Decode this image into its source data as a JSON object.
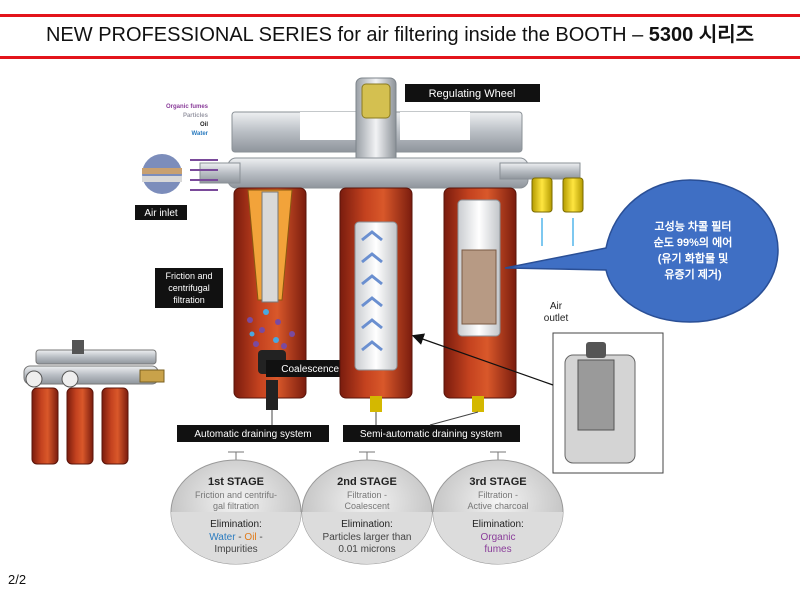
{
  "slide": {
    "title_main": "NEW PROFESSIONAL SERIES for air filtering inside the BOOTH – ",
    "title_bold": "5300 시리즈",
    "page_number": "2/2"
  },
  "diagram": {
    "regulating_wheel": "Regulating Wheel",
    "air_inlet": "Air inlet",
    "air_outlet_line1": "Air",
    "air_outlet_line2": "outlet",
    "friction_line1": "Friction and",
    "friction_line2": "centrifugal",
    "friction_line3": "filtration",
    "coalescence_filter": "Coalescence filter",
    "auto_drain": "Automatic draining system",
    "semi_auto_drain": "Semi-automatic draining system",
    "legend": {
      "organic": "Organic fumes",
      "particles": "Particles",
      "oil": "Oil",
      "water": "Water"
    },
    "callout": {
      "line1": "고성능 차콜 필터",
      "line2": "순도 99%의 에어",
      "line3": "(유기 화합물 및",
      "line4": "유증기 제거)"
    },
    "stages": [
      {
        "stage": "1st STAGE",
        "desc1": "Friction and centrifu-",
        "desc2": "gal filtration",
        "elim": "Elimination:",
        "e1a": "Water",
        "e1b": " - ",
        "e1c": "Oil",
        "e1d": " -",
        "e2": "Impurities"
      },
      {
        "stage": "2nd STAGE",
        "desc1": "Filtration -",
        "desc2": "Coalescent",
        "elim": "Elimination:",
        "e1a": "Particles larger than",
        "e2": "0.01 microns"
      },
      {
        "stage": "3rd STAGE",
        "desc1": "Filtration -",
        "desc2": "Active charcoal",
        "elim": "Elimination:",
        "e1a": "Organic",
        "e2": "fumes"
      }
    ]
  },
  "colors": {
    "accent_red": "#e3141b",
    "canister_red": "#b8321c",
    "callout_blue": "#3f6fc4",
    "organic_purple": "#8a3d9a",
    "water_blue": "#2a7bbf",
    "oil_orange": "#e07b1a"
  }
}
